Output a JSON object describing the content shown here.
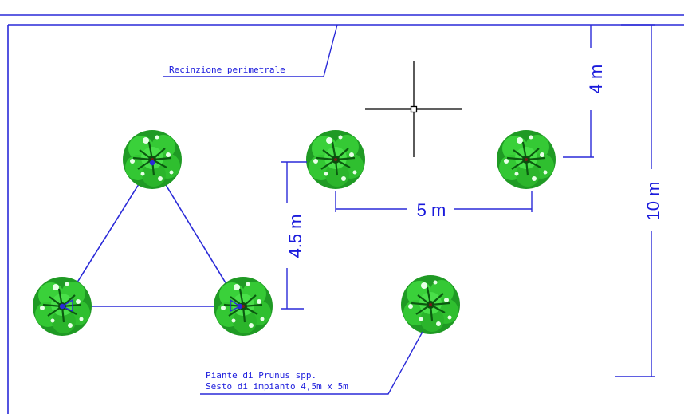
{
  "fence_label": "Recinzione perimetrale",
  "plant_note": {
    "line1": "Piante di Prunus spp.",
    "line2": "Sesto di impianto 4,5m x 5m"
  },
  "dimensions": {
    "d4": "4 m",
    "d5": "5 m",
    "d45": "4.5 m",
    "d10": "10 m"
  },
  "colors": {
    "line": "#2a2ad8",
    "text": "#1a1adc",
    "foliage": "#2ecc2e",
    "foliage_dark": "#0b6b12",
    "crosshair": "#000000"
  },
  "icons": {
    "tree": "tree-symbol-icon",
    "cursor": "crosshair-cursor-icon"
  }
}
